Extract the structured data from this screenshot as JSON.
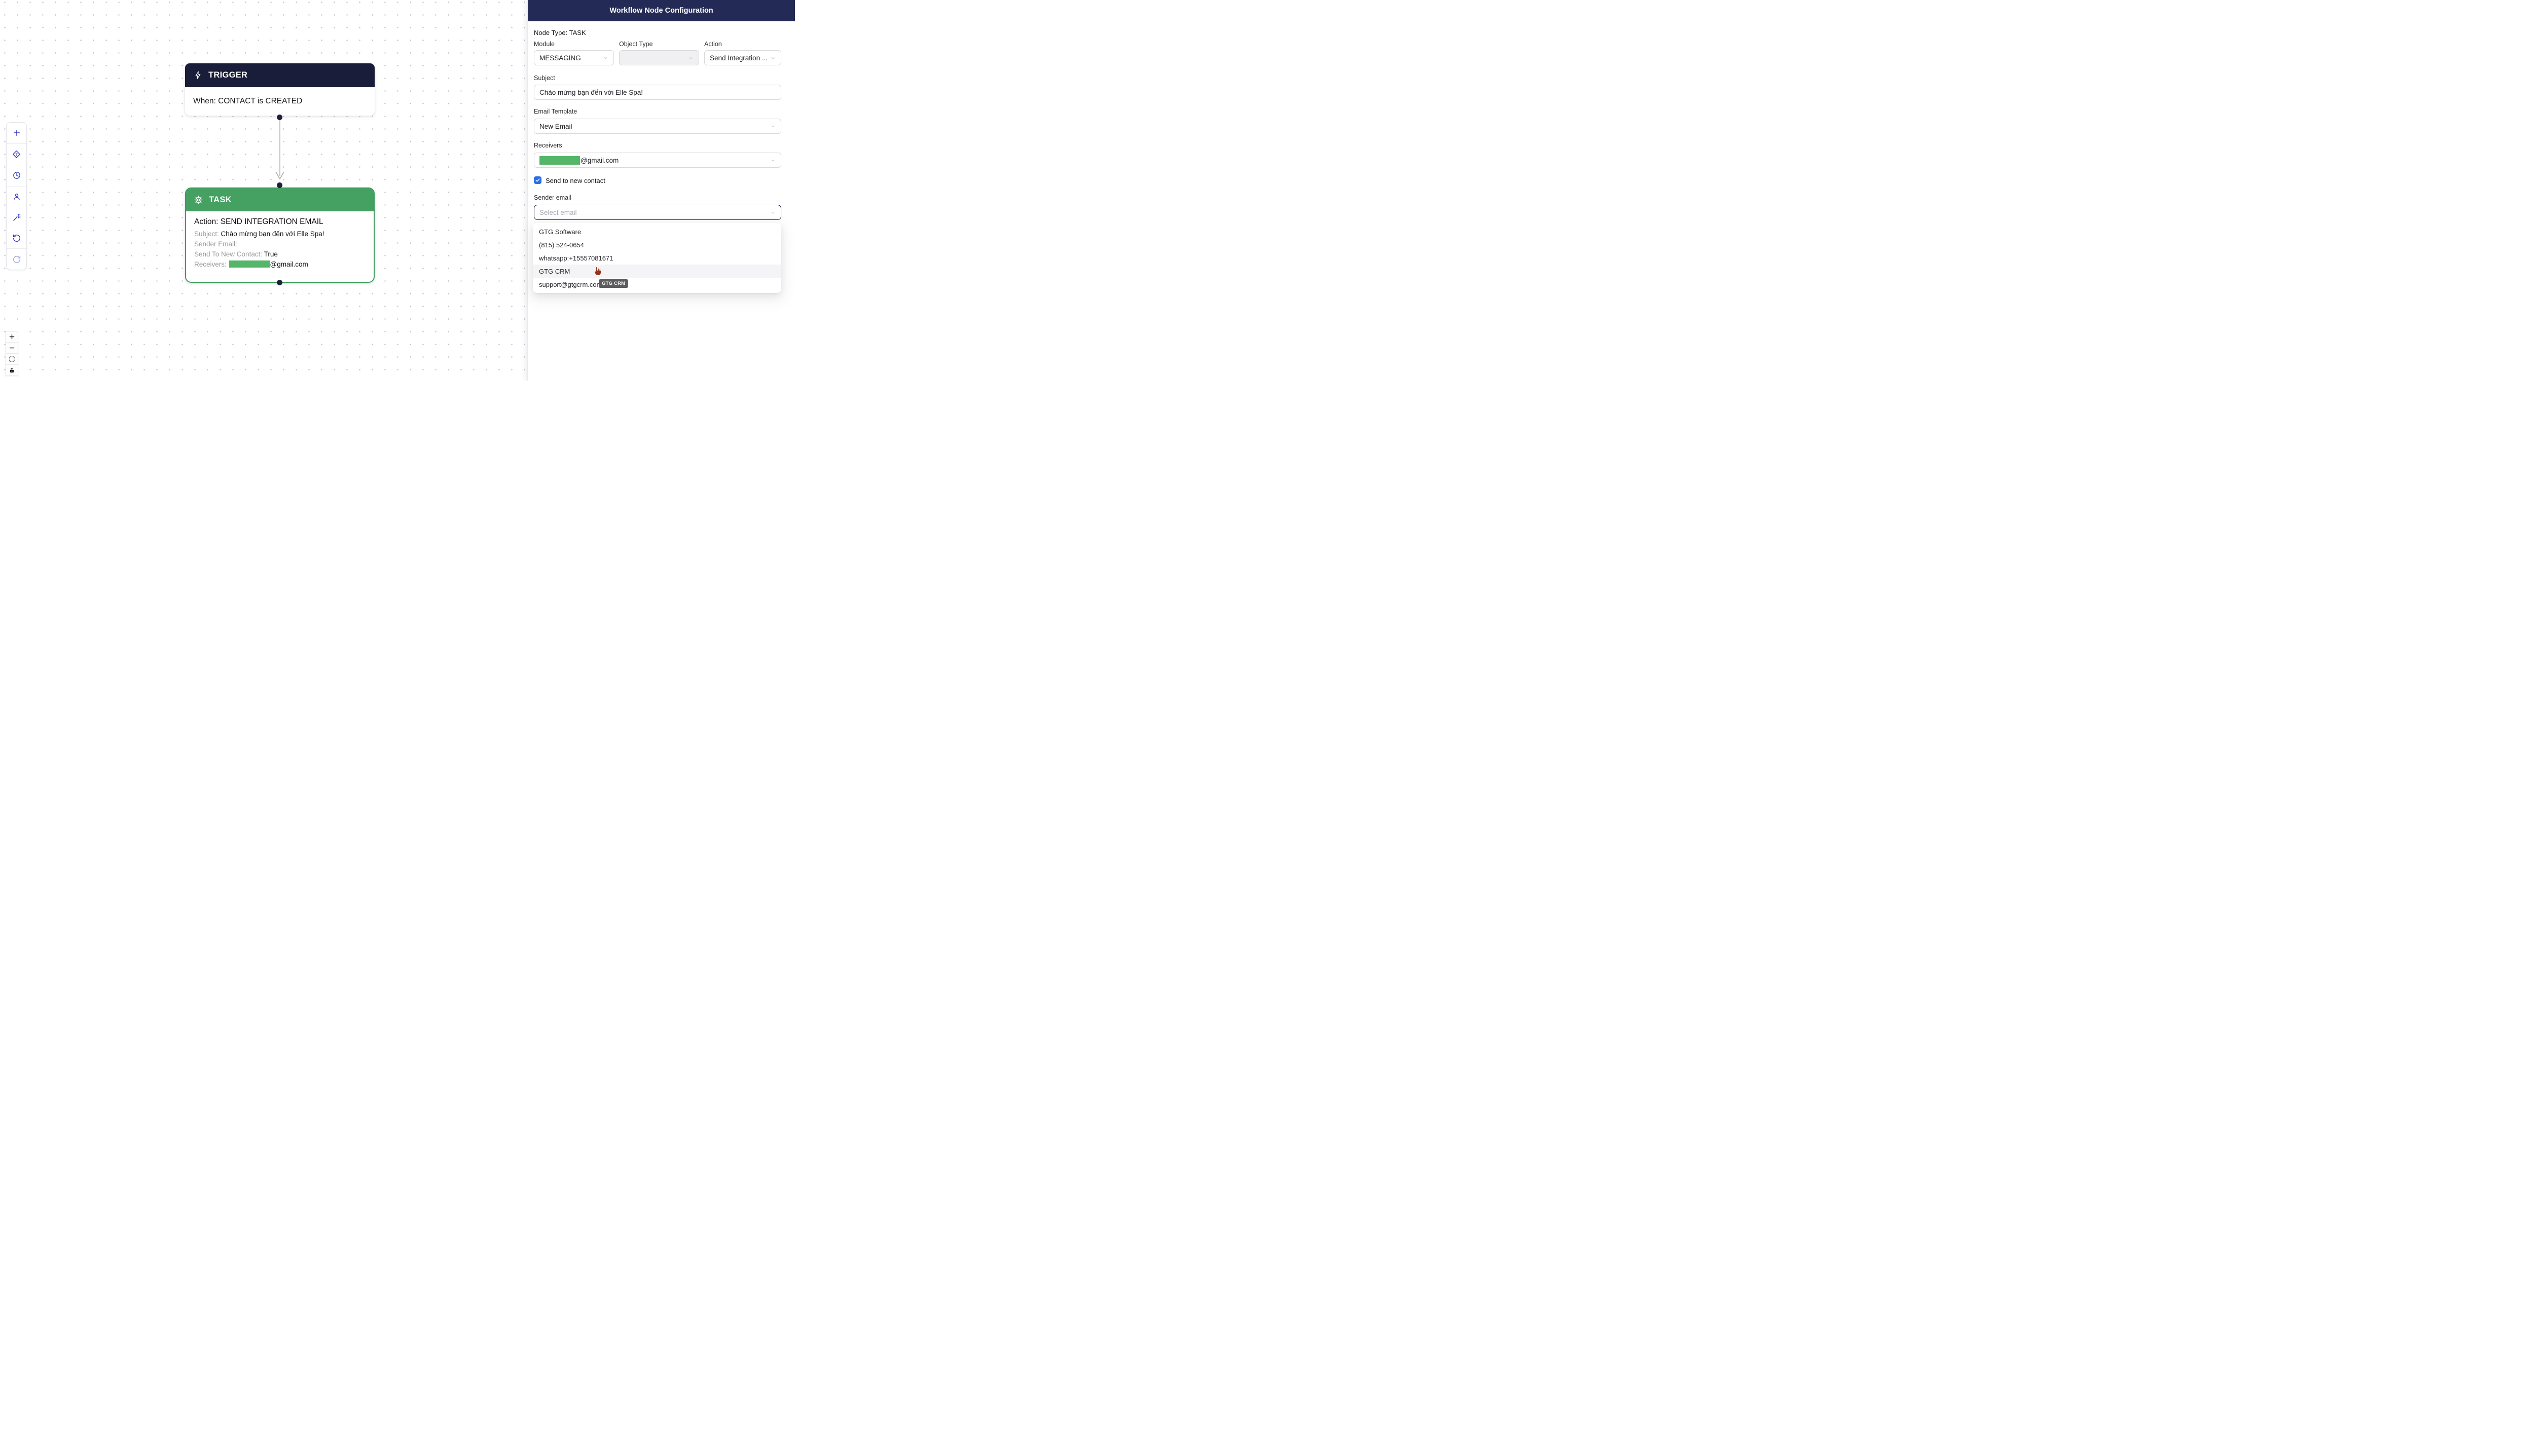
{
  "colors": {
    "brand_navy": "#232a55",
    "trigger_navy": "#191d3a",
    "task_green": "#44a161",
    "task_border_green": "#3f9c5e",
    "toolbar_icon_blue": "#2c33c6",
    "checkbox_blue": "#2b6de8",
    "redaction_green": "#55b669",
    "edge_gray": "#b3b3ba"
  },
  "icons": {
    "trigger": "lightning-bolt",
    "task": "gear",
    "toolbar": [
      "plus",
      "diamond-question",
      "clock",
      "person",
      "magic-wand",
      "undo",
      "redo"
    ],
    "zoom_controls": [
      "plus",
      "minus",
      "fit-view",
      "unlock"
    ],
    "select_chevron": "chevron-down",
    "checkbox_check": "check",
    "cursor": "hand-pointer"
  },
  "canvas": {
    "trigger": {
      "title": "TRIGGER",
      "body": "When: CONTACT is CREATED"
    },
    "task": {
      "title": "TASK",
      "action_label": "Action:",
      "action_value": "SEND INTEGRATION EMAIL",
      "subject_label": "Subject:",
      "subject_value": "Chào mừng bạn đến với Elle Spa!",
      "sender_label": "Sender Email:",
      "sender_value": "",
      "new_contact_label": "Send To New Contact:",
      "new_contact_value": "True",
      "receivers_label": "Receivers:",
      "receivers_suffix": "@gmail.com"
    }
  },
  "panel": {
    "title": "Workflow Node Configuration",
    "node_type": "Node Type: TASK",
    "module_label": "Module",
    "module_value": "MESSAGING",
    "object_type_label": "Object Type",
    "object_type_value": "",
    "action_label": "Action",
    "action_value": "Send Integration ...",
    "subject_label": "Subject",
    "subject_value": "Chào mừng bạn đến với Elle Spa!",
    "email_template_label": "Email Template",
    "email_template_value": "New Email",
    "receivers_label": "Receivers",
    "receivers_suffix": "@gmail.com",
    "send_to_new_contact_label": "Send to new contact",
    "send_to_new_contact_checked": true,
    "sender_email_label": "Sender email",
    "sender_email_placeholder": "Select email",
    "dropdown_options": [
      "GTG Software",
      "(815) 524-0654",
      "whatsapp:+15557081671",
      "GTG CRM",
      "support@gtgcrm.com"
    ],
    "dropdown_highlighted": "GTG CRM",
    "tooltip": "GTG CRM"
  }
}
